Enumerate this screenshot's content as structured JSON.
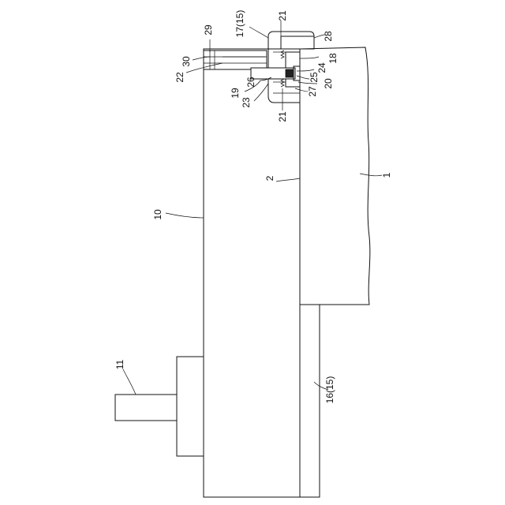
{
  "colors": {
    "line": "#111111",
    "background": "#ffffff"
  },
  "labels": {
    "l1": "1",
    "l2": "2",
    "l10": "10",
    "l11": "11",
    "l16": "16(15)",
    "l17": "17(15)",
    "l18": "18",
    "l19": "19",
    "l20": "20",
    "l21a": "21",
    "l21b": "21",
    "l22": "22",
    "l23": "23",
    "l24": "24",
    "l25": "25",
    "l26": "26",
    "l27": "27",
    "l28": "28",
    "l29": "29",
    "l30": "30"
  }
}
